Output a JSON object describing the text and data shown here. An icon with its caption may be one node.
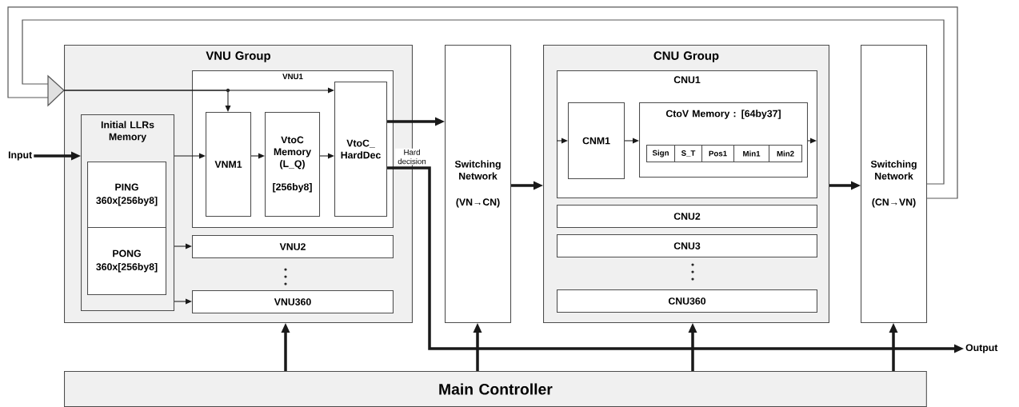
{
  "diagram": {
    "nodes": [
      {
        "text": [
          "VNU Group"
        ]
      },
      {
        "text": [
          "Initial LLRs Memory"
        ],
        "in": 0
      },
      {
        "text": [
          "PING",
          "360x[256by8]"
        ],
        "in": 1
      },
      {
        "text": [
          "PONG",
          "360x[256by8]"
        ],
        "in": 1
      },
      {
        "text": [
          "VNU1"
        ],
        "in": 0
      },
      {
        "text": [
          "VNM1"
        ],
        "in": 4
      },
      {
        "text": [
          "VtoC Memory (L_Q)",
          "[256by8]"
        ],
        "in": 4
      },
      {
        "text": [
          "VtoC_ HardDec"
        ],
        "in": 4
      },
      {
        "text": [
          "VNU2"
        ],
        "in": 0
      },
      {
        "text": [
          "VNU360"
        ],
        "in": 0
      },
      {
        "text": [
          "Switching Network",
          "(VN→CN)"
        ]
      },
      {
        "text": [
          "CNU Group"
        ]
      },
      {
        "text": [
          "CNU1"
        ],
        "in": 11
      },
      {
        "text": [
          "CNM1"
        ],
        "in": 12
      },
      {
        "text": [
          "CtoV Memory : [64by37]"
        ],
        "in": 12
      },
      {
        "text": [
          "Sign"
        ],
        "in": 14
      },
      {
        "text": [
          "S_T"
        ],
        "in": 14
      },
      {
        "text": [
          "Pos1"
        ],
        "in": 14
      },
      {
        "text": [
          "Min1"
        ],
        "in": 14
      },
      {
        "text": [
          "Min2"
        ],
        "in": 14
      },
      {
        "text": [
          "CNU2"
        ],
        "in": 11
      },
      {
        "text": [
          "CNU3"
        ],
        "in": 11
      },
      {
        "text": [
          "CNU360"
        ],
        "in": 11
      },
      {
        "text": [
          "Switching Network",
          "(CN→VN)"
        ]
      },
      {
        "text": [
          "Main Controller"
        ]
      },
      {
        "text": [
          "Input"
        ]
      },
      {
        "text": [
          "Output"
        ]
      }
    ],
    "edges": [
      {
        "from": 23,
        "to": 0,
        "arrow": "to"
      },
      {
        "from": 0,
        "to": 7,
        "arrow": "to"
      },
      {
        "from": 0,
        "to": 5,
        "arrow": "to"
      },
      {
        "from": 25,
        "to": 1,
        "arrow": "to",
        "style": "thick"
      },
      {
        "from": 1,
        "to": 5,
        "arrow": "to"
      },
      {
        "from": 5,
        "to": 6,
        "arrow": "to"
      },
      {
        "from": 6,
        "to": 7,
        "arrow": "to"
      },
      {
        "from": 1,
        "to": 8,
        "arrow": "to"
      },
      {
        "from": 1,
        "to": 9,
        "arrow": "to"
      },
      {
        "from": 7,
        "to": 10,
        "arrow": "to",
        "style": "thick"
      },
      {
        "from": 7,
        "to": 26,
        "arrow": "to",
        "style": "thick",
        "label": "Hard decision"
      },
      {
        "from": 10,
        "to": 11,
        "arrow": "to",
        "style": "thick"
      },
      {
        "from": null,
        "to": 13,
        "arrow": "to"
      },
      {
        "from": 13,
        "to": 14,
        "arrow": "to"
      },
      {
        "from": 14,
        "to": null,
        "arrow": "to"
      },
      {
        "from": 11,
        "to": 23,
        "arrow": "to",
        "style": "thick"
      },
      {
        "from": 24,
        "to": 0,
        "arrow": "to",
        "style": "thick"
      },
      {
        "from": 24,
        "to": 10,
        "arrow": "to",
        "style": "thick"
      },
      {
        "from": 24,
        "to": 11,
        "arrow": "to",
        "style": "thick"
      },
      {
        "from": 24,
        "to": 23,
        "arrow": "to",
        "style": "thick"
      }
    ]
  }
}
